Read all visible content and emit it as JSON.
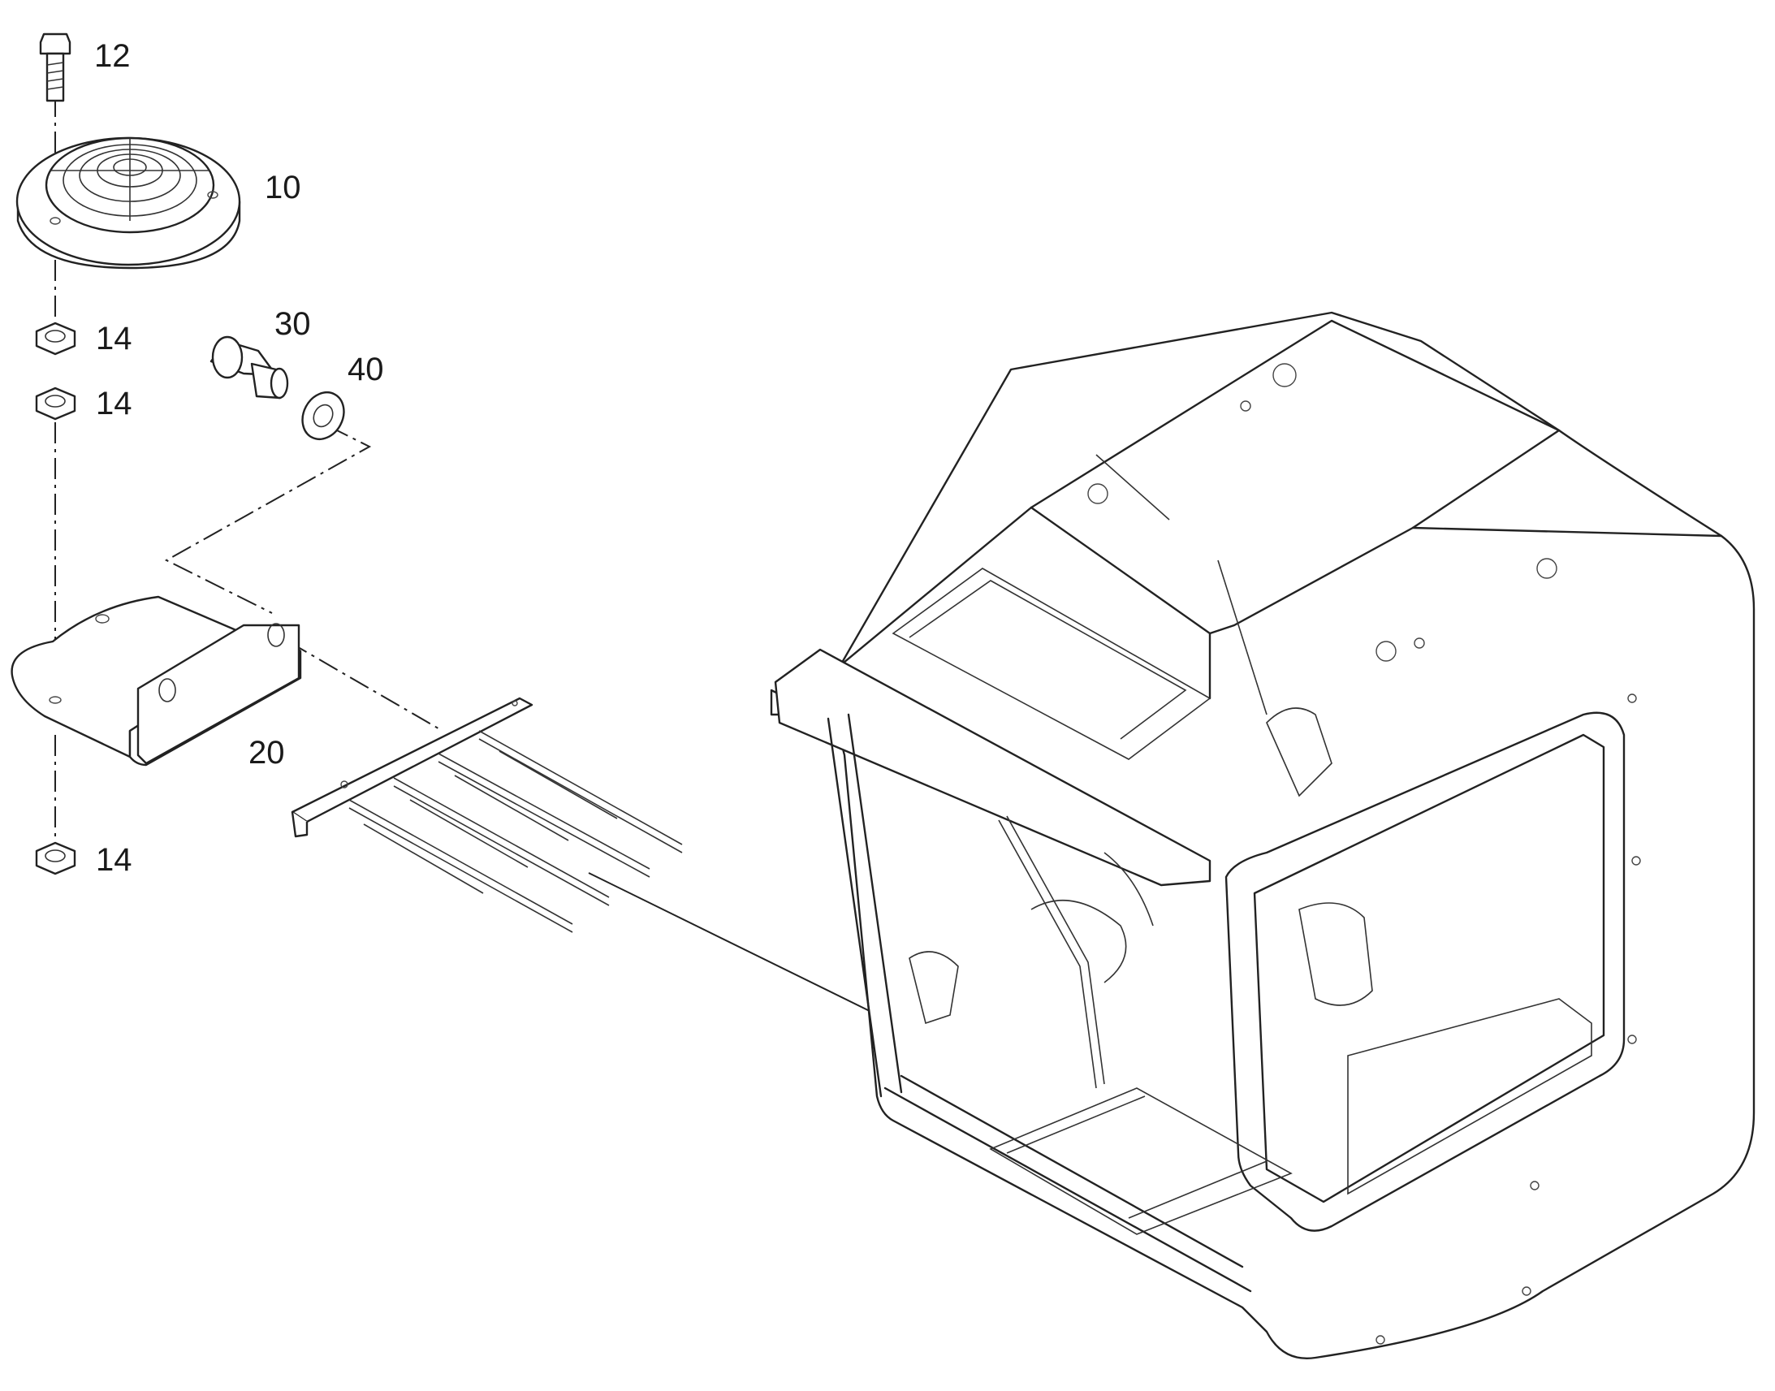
{
  "callouts": {
    "item_12": "12",
    "item_10": "10",
    "item_14_a": "14",
    "item_14_b": "14",
    "item_14_c": "14",
    "item_30": "30",
    "item_40": "40",
    "item_20": "20"
  },
  "colors": {
    "line": "#222222",
    "background": "#ffffff"
  }
}
